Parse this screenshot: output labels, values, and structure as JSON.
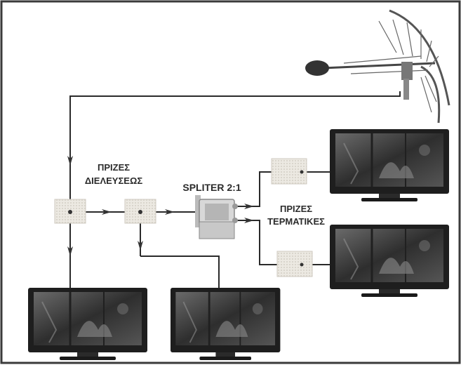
{
  "labels": {
    "through_outlets": "ΠΡΙΖΕΣ",
    "through_outlets_line2": "ΔΙΕΛΕΥΣΕΩΣ",
    "splitter": "SPLITER 2:1",
    "terminal_outlets": "ΠΡΙΖΕΣ",
    "terminal_outlets_line2": "ΤΕΡΜΑΤΙΚΕΣ"
  },
  "components": {
    "antenna": "antenna-icon",
    "splitter": "splitter-icon",
    "outlet": "wall-outlet-icon",
    "tv": "flat-tv-icon"
  },
  "colors": {
    "border": "#3a3a3a",
    "cable": "#2a2a2a",
    "outlet_fill": "#e6e3dc",
    "tv_body": "#1c1c1c",
    "tv_screen": "#4a4a4a"
  }
}
